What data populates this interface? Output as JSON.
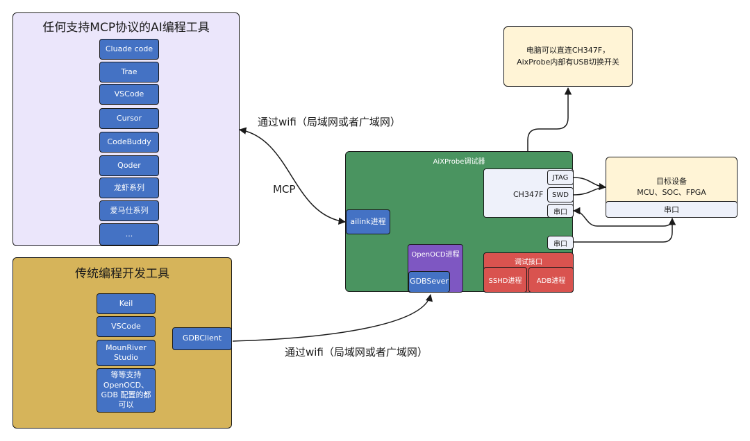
{
  "ai_tools": {
    "title": "任何支持MCP协议的AI编程工具",
    "items": [
      "Cluade code",
      "Trae",
      "VSCode",
      "Cursor",
      "CodeBuddy",
      "Qoder",
      "龙虾系列",
      "爱马仕系列",
      "..."
    ]
  },
  "traditional_tools": {
    "title": "传统编程开发工具",
    "items": [
      "Keil",
      "VSCode",
      "MounRiver Studio",
      "等等支持 OpenOCD、GDB 配置的都可以"
    ],
    "gdb_client": "GDBClient"
  },
  "probe": {
    "title": "AiXProbe调试器",
    "ailink": "ailink进程",
    "openocd": "OpenOCD进程",
    "gdbserver": "GDBSever",
    "ch347": "CH347F",
    "ports": {
      "jtag": "JTAG",
      "swd": "SWD",
      "serial1": "串口",
      "serial2": "串口"
    },
    "debug_interface": {
      "title": "调试接口",
      "sshd": "SSHD进程",
      "adb": "ADB进程"
    }
  },
  "note": {
    "text": "电脑可以直连CH347F，AixProbe内部有USB切换开关"
  },
  "target": {
    "title": "目标设备",
    "subtitle": "MCU、SOC、FPGA",
    "serial": "串口"
  },
  "labels": {
    "wifi_top": "通过wifi（局域网或者广域网）",
    "mcp": "MCP",
    "wifi_bottom": "通过wifi（局域网或者广域网）"
  },
  "colors": {
    "ai_panel_bg": "#ebe6fb",
    "traditional_panel_bg": "#d6b45a",
    "probe_bg": "#4a9460",
    "button_blue": "#4472c4",
    "openocd_purple": "#7e57c2",
    "debug_red": "#d9534f",
    "note_bg": "#fff4d6"
  }
}
